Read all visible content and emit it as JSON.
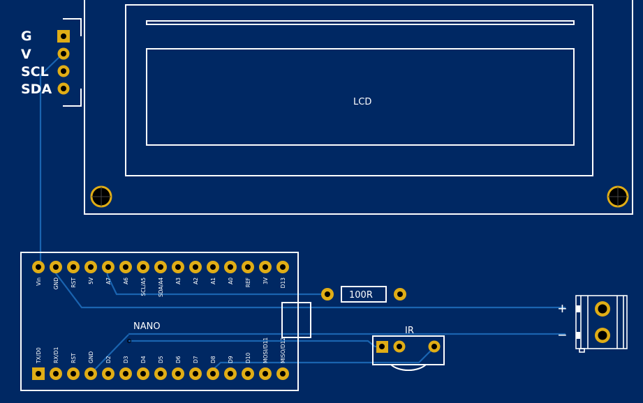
{
  "board": {
    "background_color": "#002863",
    "silkscreen_color": "#ffffff",
    "trace_color": "#1a64b0",
    "pad_color": "#e0ad16"
  },
  "i2c_header": {
    "pins": [
      {
        "label": "G",
        "shape": "square"
      },
      {
        "label": "V",
        "shape": "round"
      },
      {
        "label": "SCL",
        "shape": "round"
      },
      {
        "label": "SDA",
        "shape": "round"
      }
    ]
  },
  "lcd": {
    "label": "LCD",
    "mounting_holes": 2
  },
  "nano": {
    "label": "NANO",
    "top_pins": [
      "Vin",
      "GND",
      "RST",
      "5V",
      "A7",
      "A6",
      "SCL/A5",
      "SDA/A4",
      "A3",
      "A2",
      "A1",
      "A0",
      "REF",
      "3V",
      "D13"
    ],
    "bottom_pins": [
      "TX/D0",
      "RX/D1",
      "RST",
      "GND",
      "D2",
      "D3",
      "D4",
      "D5",
      "D6",
      "D7",
      "D8",
      "D9",
      "D10",
      "MOSI/D11",
      "MISO/D12"
    ]
  },
  "resistor": {
    "label": "100R"
  },
  "ir_sensor": {
    "label": "IR",
    "pins": 3
  },
  "power_terminal": {
    "plus_label": "+",
    "minus_label": "−"
  }
}
